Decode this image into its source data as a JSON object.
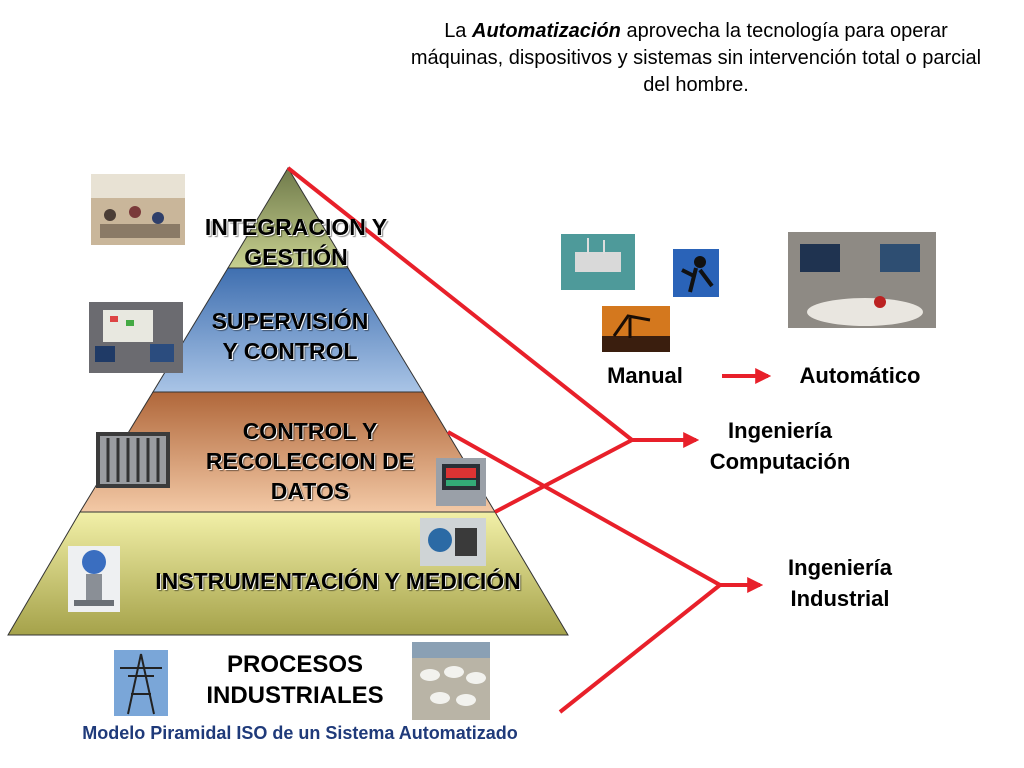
{
  "intro": {
    "before": "La ",
    "emphasis": "Automatización",
    "after": " aprovecha la tecnología para operar máquinas, dispositivos y sistemas sin intervención total o parcial del hombre."
  },
  "pyramid": {
    "level1": [
      "INTEGRACION Y",
      "GESTIÓN"
    ],
    "level2": [
      "SUPERVISIÓN",
      "Y CONTROL"
    ],
    "level3": [
      "CONTROL Y",
      "RECOLECCION DE",
      "DATOS"
    ],
    "level4": "INSTRUMENTACIÓN Y MEDICIÓN",
    "base": [
      "PROCESOS",
      "INDUSTRIALES"
    ]
  },
  "comparison": {
    "left": "Manual",
    "right": "Automático"
  },
  "branches": {
    "computacion": [
      "Ingeniería",
      "Computación"
    ],
    "industrial": [
      "Ingeniería",
      "Industrial"
    ]
  },
  "caption": "Modelo Piramidal ISO de un Sistema Automatizado",
  "colors": {
    "level1": "#a9b479",
    "level2": "#6b9bd2",
    "level3": "#e3a677",
    "level4": "#c8c46a",
    "arrows": "#e8202a",
    "caption": "#1f3a7a"
  }
}
